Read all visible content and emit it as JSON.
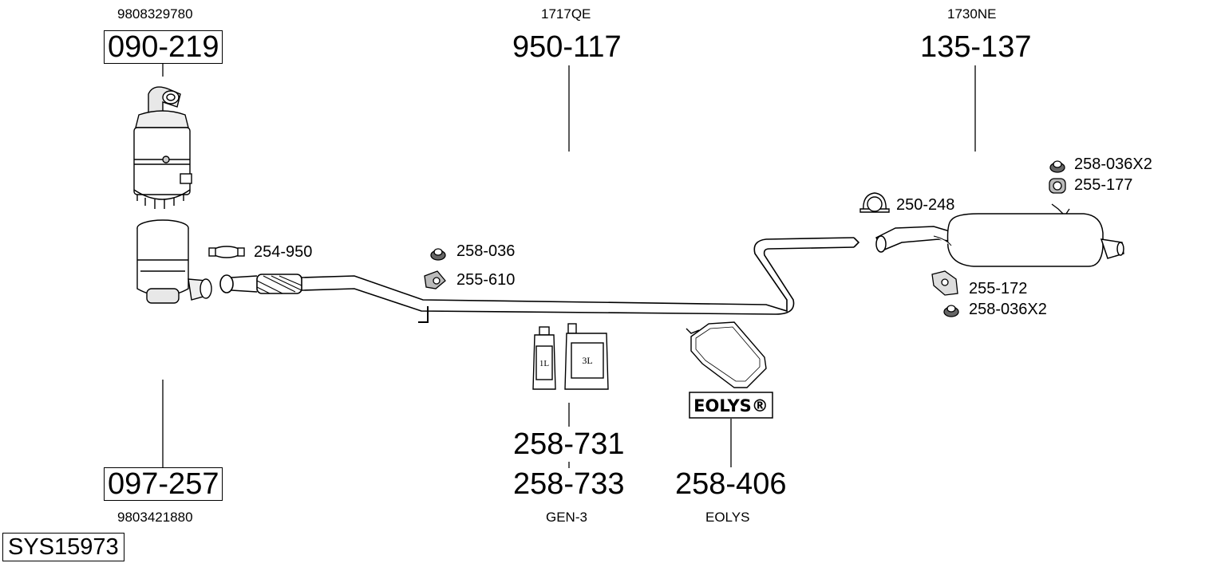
{
  "system_code": "SYS15973",
  "parts": {
    "dpf": {
      "oe": "9808329780",
      "number": "090-219"
    },
    "cat": {
      "oe": "9803421880",
      "number": "097-257"
    },
    "mid": {
      "oe": "1717QE",
      "number": "950-117"
    },
    "rear": {
      "oe": "1730NE",
      "number": "135-137"
    },
    "clamp_front": "254-950",
    "nut_mid": "258-036",
    "rubber_mid": "255-610",
    "clamp_rear": "250-248",
    "nut_rear_top": "258-036X2",
    "rubber_rear_top": "255-177",
    "bracket_rear": "255-172",
    "nut_rear_bottom": "258-036X2",
    "fluid_1": "258-731",
    "fluid_2": "258-733",
    "fluid_note": "GEN-3",
    "fluid_small_label": "1L",
    "fluid_large_label": "3L",
    "eolys_pouch": "258-406",
    "eolys_note": "EOLYS",
    "eolys_badge": "EOLYS®"
  },
  "colors": {
    "line": "#000000",
    "fill_light": "#ffffff",
    "fill_grey": "#dcdcdc"
  }
}
